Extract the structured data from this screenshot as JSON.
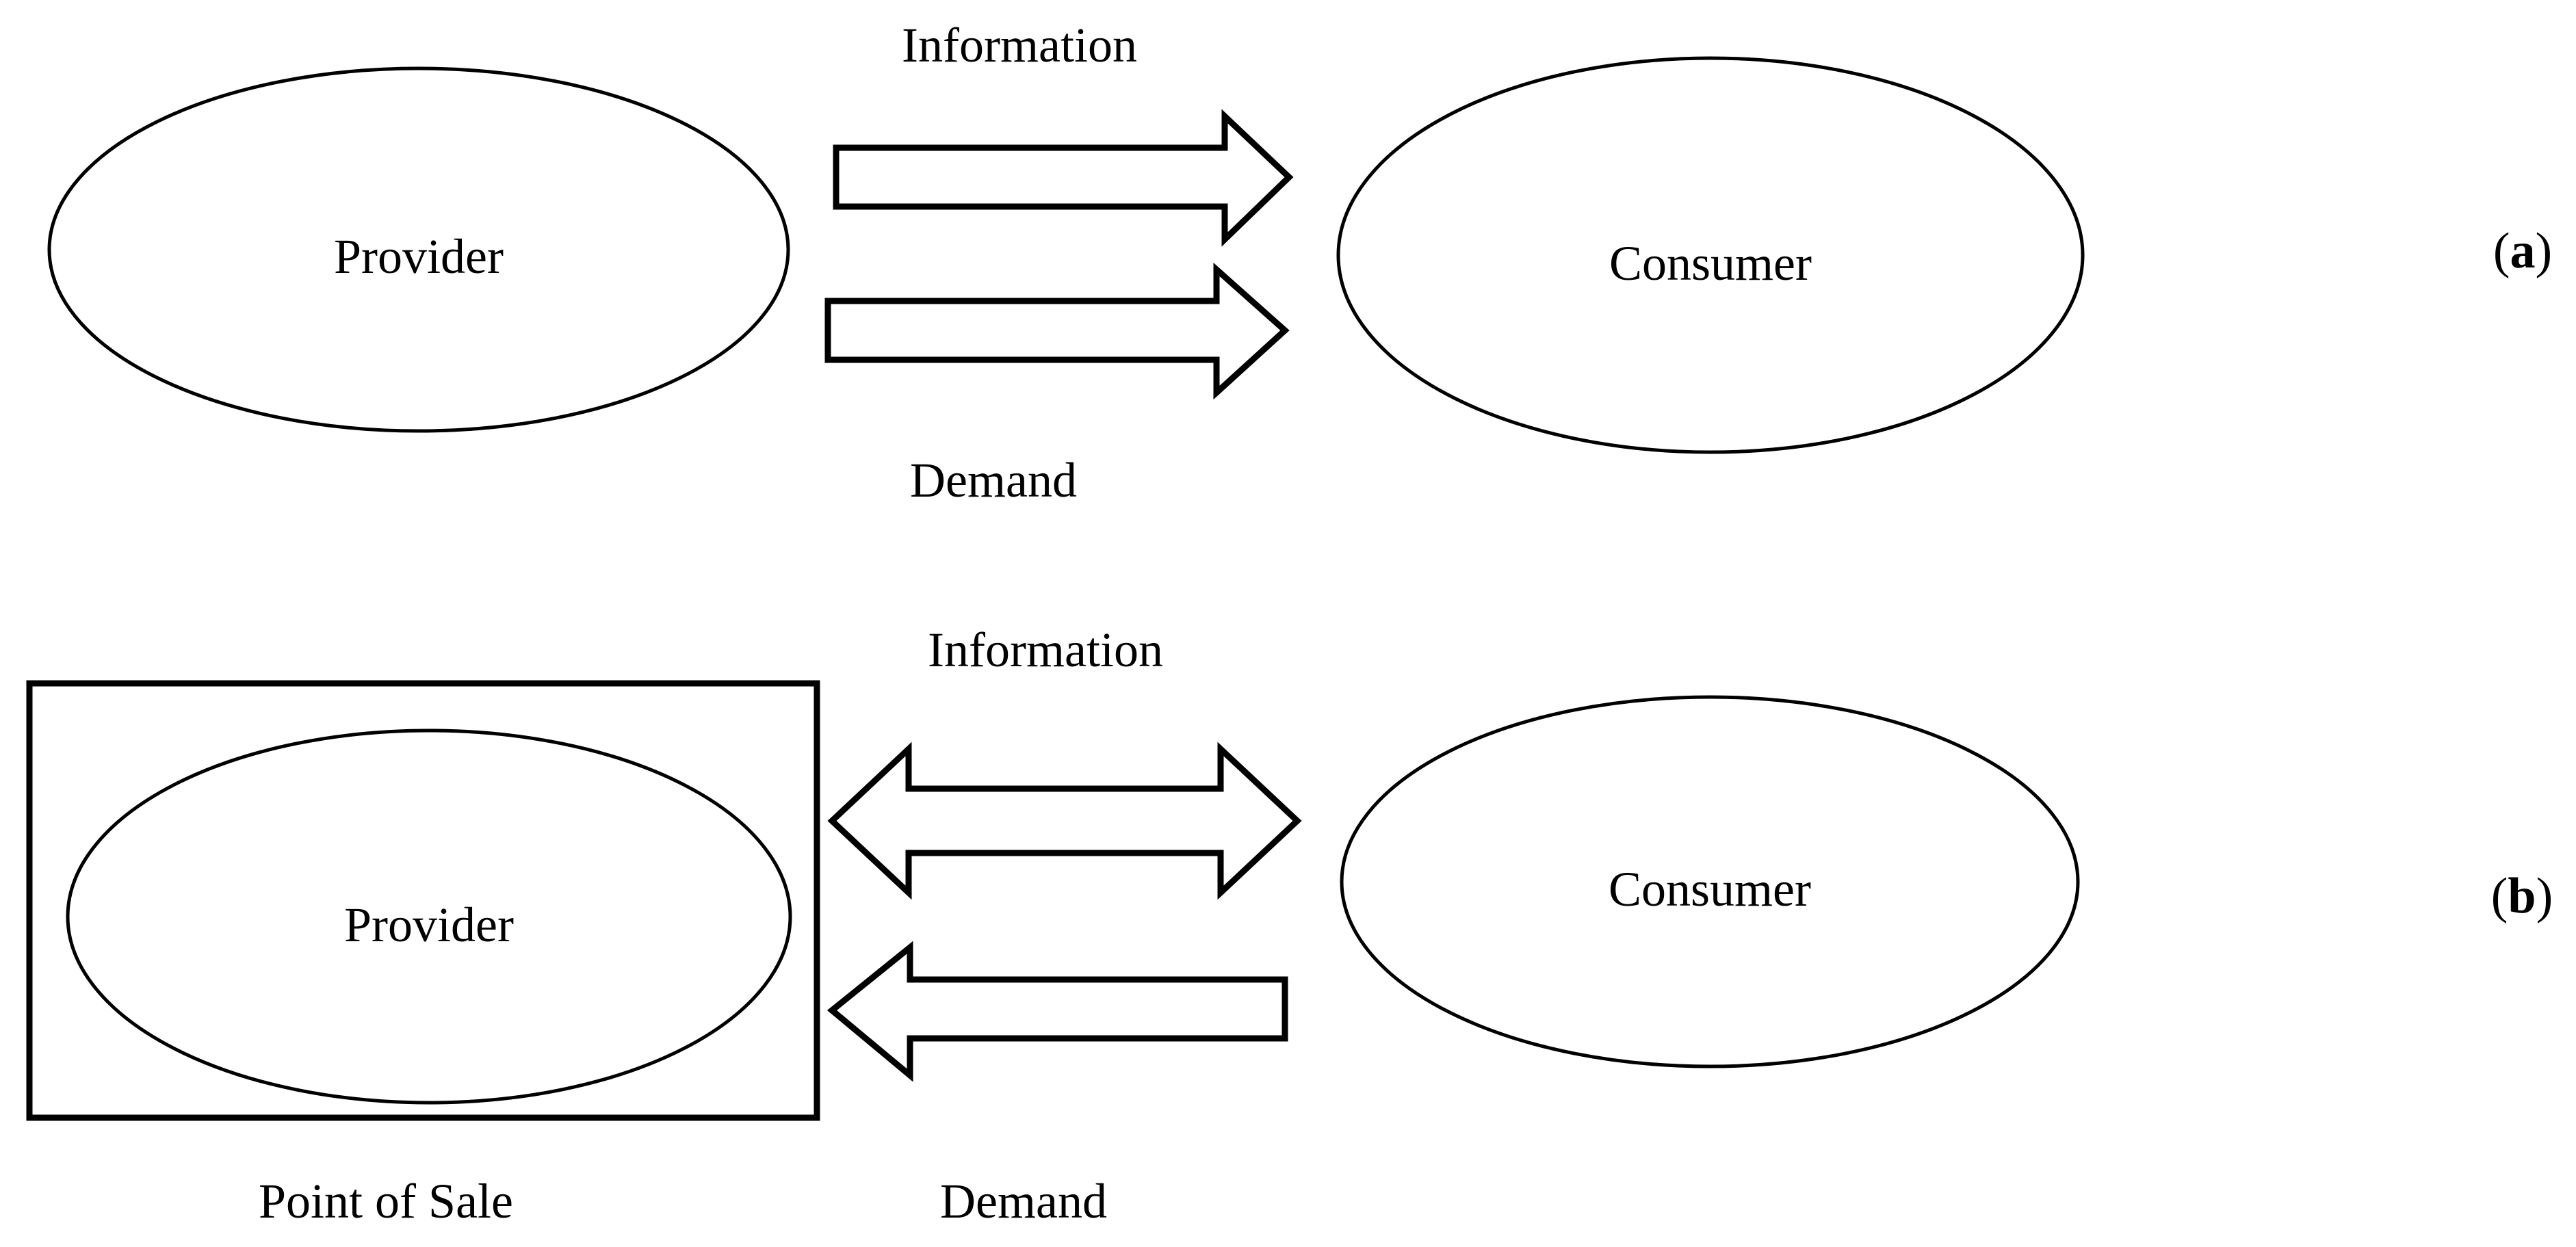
{
  "figure": {
    "background_color": "#ffffff",
    "stroke_color": "#000000"
  },
  "panel_a": {
    "tag_open": "(",
    "tag_letter": "a",
    "tag_close": ")",
    "provider_label": "Provider",
    "consumer_label": "Consumer",
    "information_label": "Information",
    "demand_label": "Demand",
    "information_arrow_icon": "arrow-right",
    "demand_arrow_icon": "arrow-right"
  },
  "panel_b": {
    "tag_open": "(",
    "tag_letter": "b",
    "tag_close": ")",
    "provider_label": "Provider",
    "consumer_label": "Consumer",
    "information_label": "Information",
    "demand_label": "Demand",
    "point_of_sale_label": "Point of Sale",
    "information_arrow_icon": "arrow-left-right",
    "demand_arrow_icon": "arrow-left"
  }
}
